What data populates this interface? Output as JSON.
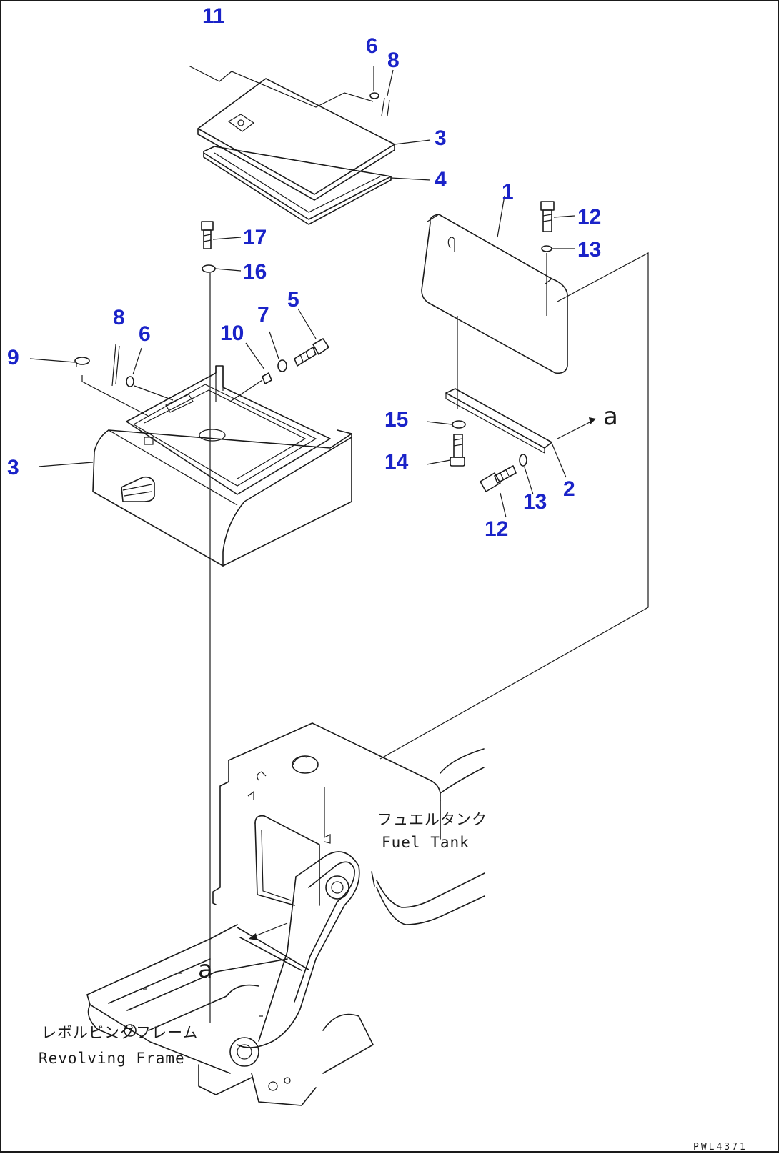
{
  "callouts": {
    "c11": "11",
    "c6a": "6",
    "c8a": "8",
    "c3a": "3",
    "c4": "4",
    "c1": "1",
    "c12a": "12",
    "c13a": "13",
    "c17": "17",
    "c16": "16",
    "c5": "5",
    "c7": "7",
    "c10": "10",
    "c8b": "8",
    "c6b": "6",
    "c9": "9",
    "c3b": "3",
    "c15": "15",
    "c14": "14",
    "c2": "2",
    "c13b": "13",
    "c12b": "12"
  },
  "labels": {
    "fuel_tank_jp": "フュエルタンク",
    "fuel_tank_en": "Fuel Tank",
    "revolving_frame_jp": "レボルビングフレーム",
    "revolving_frame_en": "Revolving Frame",
    "view_ref_top": "a",
    "view_ref_bottom": "a",
    "drawing_code": "PWL4371"
  },
  "colors": {
    "callout": "#1a23c8",
    "line": "#1a1a1a"
  }
}
